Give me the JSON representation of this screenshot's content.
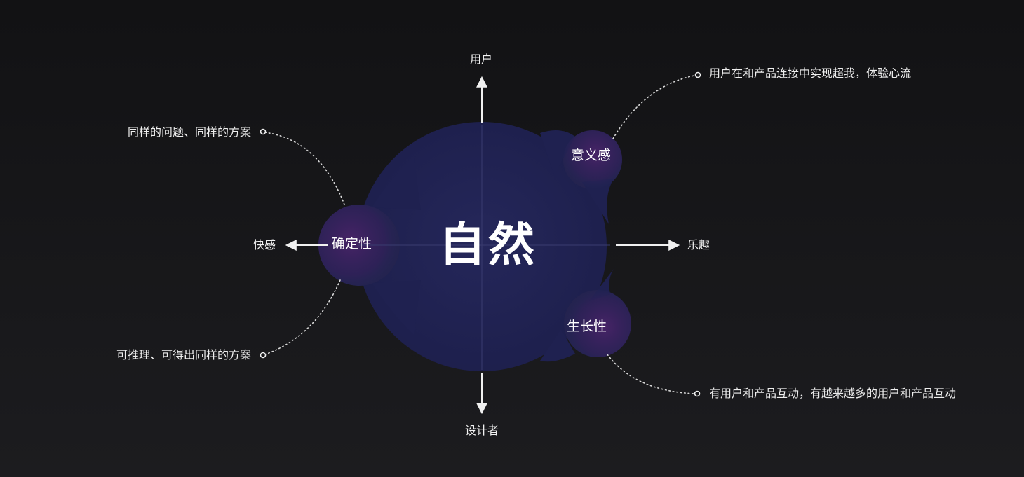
{
  "center": {
    "title": "自然"
  },
  "axes": {
    "top": "用户",
    "bottom": "设计者",
    "left": "快感",
    "right": "乐趣"
  },
  "nodes": {
    "certainty": "确定性",
    "meaning": "意义感",
    "growth": "生长性"
  },
  "notes": {
    "meaning": "用户在和产品连接中实现超我，体验心流",
    "certainty_top": "同样的问题、同样的方案",
    "certainty_bottom": "可推理、可得出同样的方案",
    "growth": "有用户和产品互动，有越来越多的用户和产品互动"
  },
  "colors": {
    "background_top": "#121214",
    "background_bottom": "#1c1c1f",
    "blob": "#1f2150",
    "node_glow": "#3b1f5e",
    "line": "#e8e8e8"
  }
}
